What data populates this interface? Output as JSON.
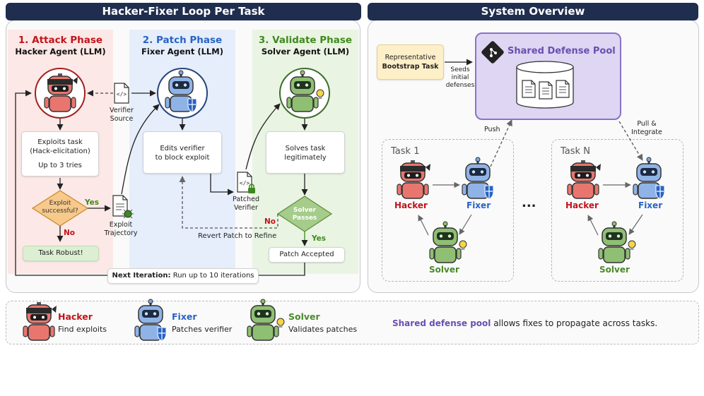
{
  "left_panel": {
    "title": "Hacker-Fixer Loop Per Task",
    "attack": {
      "title": "1. Attack Phase",
      "agent": "Hacker Agent (LLM)",
      "exploits": "Exploits task",
      "hack": "(Hack-elicitation)",
      "tries": "Up to 3 tries"
    },
    "patch": {
      "title": "2. Patch Phase",
      "agent": "Fixer Agent (LLM)",
      "edits": "Edits verifier",
      "block": "to block exploit"
    },
    "validate": {
      "title": "3. Validate Phase",
      "agent": "Solver Agent (LLM)",
      "solves": "Solves task",
      "legit": "legitimately"
    },
    "exploit_decision": {
      "line1": "Exploit",
      "line2": "successful?"
    },
    "yes1": "Yes",
    "no1": "No",
    "task_robust": "Task Robust!",
    "verifier_source": {
      "line1": "Verifier",
      "line2": "Source"
    },
    "exploit_traj": {
      "line1": "Exploit",
      "line2": "Trajectory"
    },
    "patched_verifier": {
      "line1": "Patched",
      "line2": "Verifier"
    },
    "solver_passes": {
      "line1": "Solver",
      "line2": "Passes"
    },
    "yes2": "Yes",
    "no2": "No",
    "revert": "Revert Patch to Refine",
    "patch_accepted": "Patch Accepted",
    "next_iter_bold": "Next Iteration:",
    "next_iter_rest": " Run up to 10 iterations"
  },
  "right_panel": {
    "title": "System Overview",
    "bootstrap": {
      "line1": "Representative",
      "line2": "Bootstrap Task"
    },
    "seeds": {
      "line1": "Seeds",
      "line2": "initial",
      "line3": "defenses"
    },
    "pool_title": "Shared Defense Pool",
    "push": "Push",
    "pull": {
      "line1": "Pull &",
      "line2": "Integrate"
    },
    "task1": "Task 1",
    "taskN": "Task N",
    "ellipsis": "...",
    "hacker": "Hacker",
    "fixer": "Fixer",
    "solver": "Solver"
  },
  "legend": {
    "hacker": {
      "name": "Hacker",
      "desc": "Find exploits"
    },
    "fixer": {
      "name": "Fixer",
      "desc": "Patches verifier"
    },
    "solver": {
      "name": "Solver",
      "desc": "Validates patches"
    },
    "note_bold": "Shared defense pool",
    "note_rest": " allows fixes to propagate across tasks."
  },
  "colors": {
    "hacker": "#c0141b",
    "fixer": "#2763c4",
    "solver": "#4a8a2a",
    "pool": "#6a4fb0",
    "header": "#1f2d4e"
  }
}
